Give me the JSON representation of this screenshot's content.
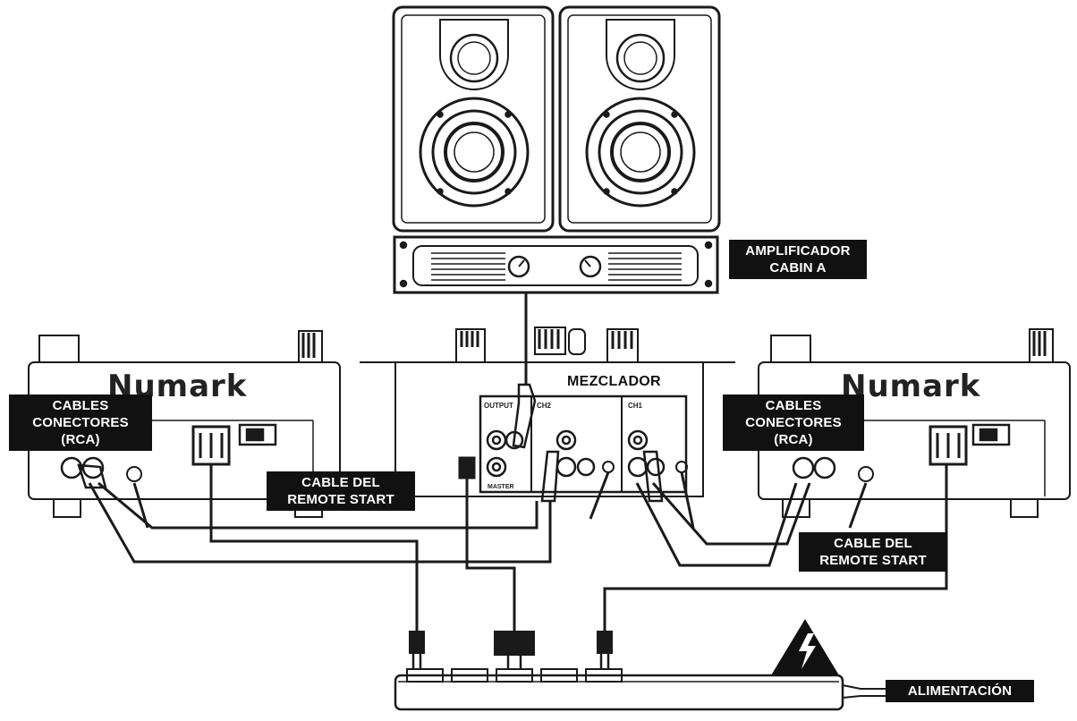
{
  "labels": {
    "amplifier": [
      "AMPLIFICADOR",
      "CABIN A"
    ],
    "mixer": "MEZCLADOR",
    "rca_left": [
      "CABLES",
      "CONECTORES",
      "(RCA)"
    ],
    "rca_right": [
      "CABLES",
      "CONECTORES",
      "(RCA)"
    ],
    "remote_left": [
      "CABLE DEL",
      "REMOTE START"
    ],
    "remote_right": [
      "CABLE DEL",
      "REMOTE START"
    ],
    "power": "ALIMENTACIÓN"
  },
  "brand": {
    "left": "Numark",
    "right": "Numark"
  },
  "mixer_panel": {
    "output": "OUTPUT",
    "ch2": "CH2",
    "ch1": "CH1",
    "master": "MASTER"
  },
  "icons": {
    "warning": "lightning-warning-icon"
  }
}
